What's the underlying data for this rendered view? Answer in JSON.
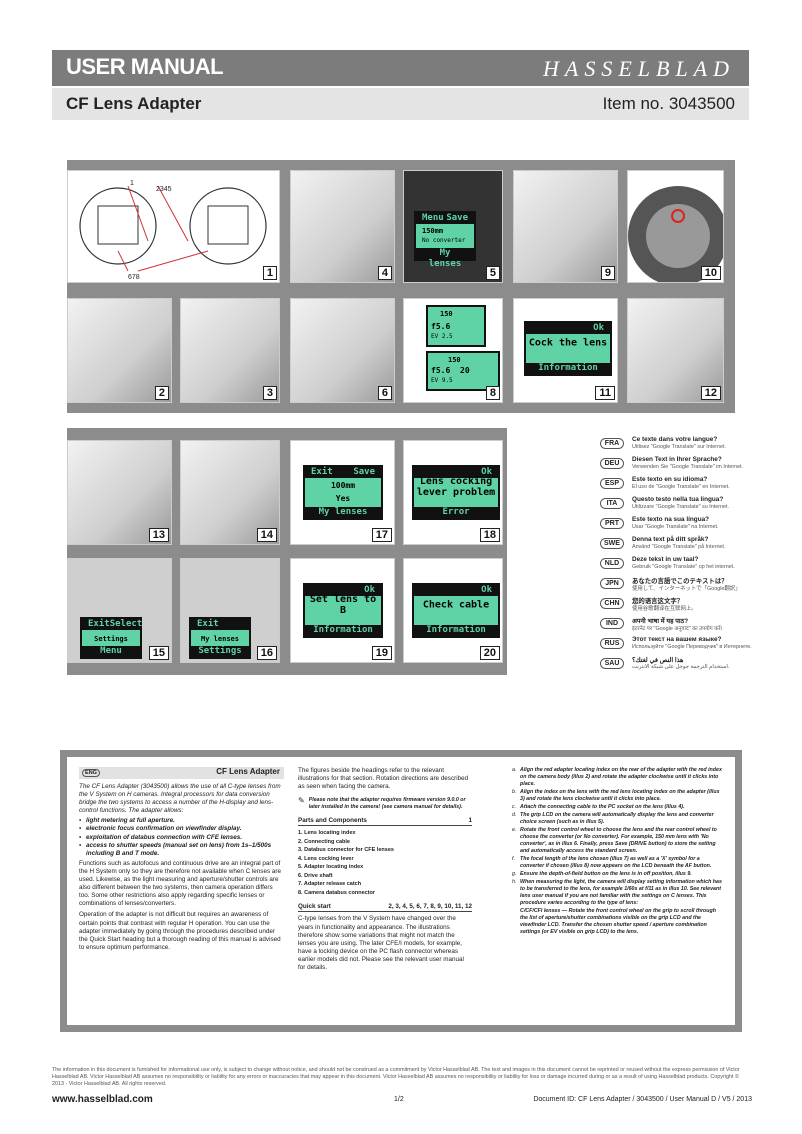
{
  "header": {
    "title": "USER MANUAL",
    "brand": "HASSELBLAD",
    "subtitle": "CF Lens Adapter",
    "item": "Item no. 3043500"
  },
  "figure1": {
    "callouts_top": [
      "1",
      "2345"
    ],
    "callout_bottom": "678"
  },
  "tiles_top": [
    "1",
    "4",
    "5",
    "9",
    "10"
  ],
  "tiles_row2": [
    "2",
    "3",
    "6",
    "8",
    "11",
    "12"
  ],
  "tiles_row3": [
    "13",
    "14",
    "17",
    "18"
  ],
  "tiles_row4": [
    "15",
    "16",
    "19",
    "20"
  ],
  "screens": {
    "s5": {
      "top_l": "Menu",
      "top_r": "Save",
      "l1": "150mm",
      "l2": "No converter",
      "bot": "My lenses"
    },
    "s7a": {
      "val": "150",
      "f": "f5.6",
      "ev": "EV 2.5"
    },
    "s7b": {
      "val": "150",
      "f": "f5.6",
      "ev": "EV 9.5",
      "n": "20"
    },
    "s11": {
      "top_r": "Ok",
      "msg": "Cock the lens",
      "bot": "Information"
    },
    "s17": {
      "top_l": "Exit",
      "top_r": "Save",
      "l1": "100mm",
      "l2": "Yes",
      "bot": "My lenses"
    },
    "s18": {
      "top_r": "Ok",
      "msg": "Lens cocking lever problem",
      "bot": "Error"
    },
    "s19": {
      "top_r": "Ok",
      "msg": "Set lens to B",
      "bot": "Information"
    },
    "s20": {
      "top_r": "Ok",
      "msg": "Check cable",
      "bot": "Information"
    },
    "s15": {
      "top_l": "Exit",
      "top_r": "Select",
      "mid": "Settings",
      "bot": "Menu"
    },
    "s16": {
      "top_l": "Exit",
      "mid": "My lenses",
      "bot": "Settings"
    }
  },
  "languages": [
    {
      "code": "FRA",
      "q": "Ce texte dans votre langue?",
      "t": "Utilisez \"Google Translate\" sur Internet."
    },
    {
      "code": "DEU",
      "q": "Diesen Text in Ihrer Sprache?",
      "t": "Verwenden Sie \"Google Translate\" im Internet."
    },
    {
      "code": "ESP",
      "q": "Este texto en su idioma?",
      "t": "El uso de \"Google Translate\" en Internet."
    },
    {
      "code": "ITA",
      "q": "Questo testo nella tua lingua?",
      "t": "Utilizzare \"Google Translate\" su Internet."
    },
    {
      "code": "PRT",
      "q": "Este texto na sua língua?",
      "t": "Usar \"Google Translate\" na Internet."
    },
    {
      "code": "SWE",
      "q": "Denna text på ditt språk?",
      "t": "Använd \"Google Translate\" på Internet."
    },
    {
      "code": "NLD",
      "q": "Deze tekst in uw taal?",
      "t": "Gebruik \"Google Translate\" op het internet."
    },
    {
      "code": "JPN",
      "q": "あなたの言語でこのテキストは？",
      "t": "使用して、インターネットで「Google翻訳」"
    },
    {
      "code": "CHN",
      "q": "您的语言这文字？",
      "t": "使用谷歌翻译在互联网上。"
    },
    {
      "code": "IND",
      "q": "अपनी भाषा में यह पाठ?",
      "t": "इंटरनेट पर \"Google अनुवाद\" का उपयोग करें।"
    },
    {
      "code": "RUS",
      "q": "Этот текст на вашем языке?",
      "t": "Используйте \"Google Переводчик\" в Интернете."
    },
    {
      "code": "SAU",
      "q": "هذا النص في لغتك؟",
      "t": "استخدام الترجمة جوجل على شبكة الانترنت."
    }
  ],
  "col1": {
    "lang": "ENG",
    "heading": "CF Lens Adapter",
    "intro": "The CF Lens Adapter (3043500) allows the use of all C-type lenses from the V System on H cameras. Integral processors for data conversion bridge the two systems to access a number of the H-display and lens-control functions. The adapter allows:",
    "bullets": [
      "light metering at full aperture.",
      "electronic focus confirmation on viewfinder display.",
      "exploitation of databus connection with CFE lenses.",
      "access to shutter speeds (manual set on lens) from 1s–1/500s including B and T mode."
    ],
    "p2": "Functions such as autofocus and continuous drive are an integral part of the H System only so they are therefore not available when C lenses are used. Likewise, as the light measuring and aperture/shutter controls are also different between the two systems, then camera operation differs too. Some other restrictions also apply regarding specific lenses or combinations of lenses/converters.",
    "p3": "Operation of the adapter is not difficult but requires an awareness of certain points that contrast with regular H operation. You can use the adapter immediately by going through the procedures described under the Quick Start heading but a thorough reading of this manual is advised to ensure optimum performance."
  },
  "col2": {
    "intro": "The figures beside the headings refer to the relevant illustrations for that section. Rotation directions are described as seen when facing the camera.",
    "note": "Please note that the adapter requires firmware version 9.0.0 or later installed in the camera! (see camera manual for details).",
    "parts_heading": "Parts and Components",
    "parts_fig": "1",
    "parts": [
      "1. Lens locating index",
      "2. Connecting cable",
      "3. Databus connector for CFE lenses",
      "4. Lens cocking lever",
      "5. Adapter locating index",
      "6. Drive shaft",
      "7. Adapter release catch",
      "8. Camera databus connector"
    ],
    "quick_heading": "Quick start",
    "quick_figs": "2, 3, 4, 5, 6, 7, 8, 9, 10, 11, 12",
    "quick_text": "C-type lenses from the V System have changed over the years in functionality and appearance. The illustrations therefore show some variations that might not match the lenses you are using. The later CFE/I models, for example, have a locking device on the PC flash connector whereas earlier models did not. Please see the relevant user manual for details."
  },
  "col3": {
    "steps": [
      {
        "k": "a.",
        "t": "Align the red adapter locating index on the rear of the adapter with the red index on the camera body (illus 2) and rotate the adapter clockwise until it clicks into place."
      },
      {
        "k": "b.",
        "t": "Align the index on the lens with the red lens locating index on the adapter (illus 3) and rotate the lens clockwise until it clicks into place."
      },
      {
        "k": "c.",
        "t": "Attach the connecting cable to the PC socket on the lens (illus 4)."
      },
      {
        "k": "d.",
        "t": "The grip LCD on the camera will automatically display the lens and converter choice screen (such as in illus 5)."
      },
      {
        "k": "e.",
        "t": "Rotate the front control wheel to choose the lens and the rear control wheel to choose the converter (or No converter). For example, 150 mm lens with 'No converter', as in illus 6. Finally, press Save (DRIVE button) to store the setting and automatically access the standard screen."
      },
      {
        "k": "f.",
        "t": "The focal length of the lens chosen (illus 7) as well as a 'X' symbol for a converter if chosen (illus 8) now appears on the LCD beneath the AF button."
      },
      {
        "k": "g.",
        "t": "Ensure the depth-of-field button on the lens is in off position, illus 9."
      },
      {
        "k": "h.",
        "t": "When measuring the light, the camera will display setting information which has to be transferred to the lens, for example 1/60s at f/11 as in illus 10. See relevant lens user manual if you are not familiar with the settings on C lenses. This procedure varies according to the type of lens:"
      },
      {
        "k": "",
        "t": "C/CF/CFI lenses — Rotate the front control wheel on the grip to scroll through the list of aperture/shutter combinations visible on the grip LCD and the viewfinder LCD. Transfer the chosen shutter speed / aperture combination settings (or EV visible on grip LCD) to the lens."
      }
    ]
  },
  "footer": {
    "disclaimer": "The information in this document is furnished for informational use only, is subject to change without notice, and should not be construed as a commitment by Victor Hasselblad AB. The text and images in this document cannot be reprinted or reused without the express permission of Victor Hasselblad AB. Victor Hasselblad AB assumes no responsibility or liability for any errors or inaccuracies that may appear in this document. Victor Hasselblad AB assumes no responsibility or liability for loss or damage incurred during or as a result of using Hasselblad products. Copyright © 2013 - Victor Hasselblad AB. All rights reserved.",
    "url": "www.hasselblad.com",
    "page": "1/2",
    "doc_id": "Document ID: CF Lens Adapter / 3043500 / User Manual D / V5 / 2013"
  }
}
